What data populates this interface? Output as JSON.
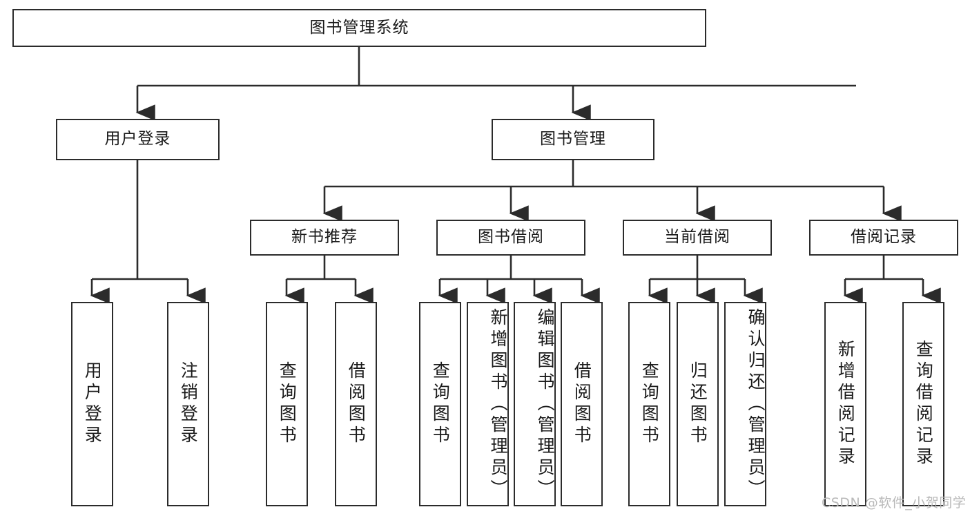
{
  "diagram": {
    "title": "图书管理系统",
    "type": "hierarchy-tree",
    "root": {
      "id": "root",
      "label": "图书管理系统"
    },
    "level2": [
      {
        "id": "user-login",
        "label": "用户登录"
      },
      {
        "id": "book-manage",
        "label": "图书管理"
      }
    ],
    "level3": [
      {
        "id": "new-book-rec",
        "label": "新书推荐"
      },
      {
        "id": "book-borrow",
        "label": "图书借阅"
      },
      {
        "id": "current-borrow",
        "label": "当前借阅"
      },
      {
        "id": "borrow-record",
        "label": "借阅记录"
      }
    ],
    "leaves": {
      "user_login": [
        {
          "id": "leaf-user-login",
          "label": "用户登录"
        },
        {
          "id": "leaf-logout-login",
          "label": "注销登录"
        }
      ],
      "new_book_rec": [
        {
          "id": "leaf-query-book-1",
          "label": "查询图书"
        },
        {
          "id": "leaf-borrow-book-1",
          "label": "借阅图书"
        }
      ],
      "book_borrow": [
        {
          "id": "leaf-query-book-2",
          "label": "查询图书"
        },
        {
          "id": "leaf-add-book",
          "label": "新增图书（管理员）"
        },
        {
          "id": "leaf-edit-book",
          "label": "编辑图书（管理员）"
        },
        {
          "id": "leaf-borrow-book-2",
          "label": "借阅图书"
        }
      ],
      "current_borrow": [
        {
          "id": "leaf-query-book-3",
          "label": "查询图书"
        },
        {
          "id": "leaf-return-book",
          "label": "归还图书"
        },
        {
          "id": "leaf-confirm-return",
          "label": "确认归还（管理员）"
        }
      ],
      "borrow_record": [
        {
          "id": "leaf-add-record",
          "label": "新增借阅记录"
        },
        {
          "id": "leaf-query-record",
          "label": "查询借阅记录"
        }
      ]
    }
  },
  "watermark": {
    "text": "CSDN @软件_小贺同学"
  },
  "colors": {
    "border": "#2b2b2b",
    "text": "#1a1a1a",
    "background": "#ffffff",
    "watermark": "#b9b9b9"
  }
}
